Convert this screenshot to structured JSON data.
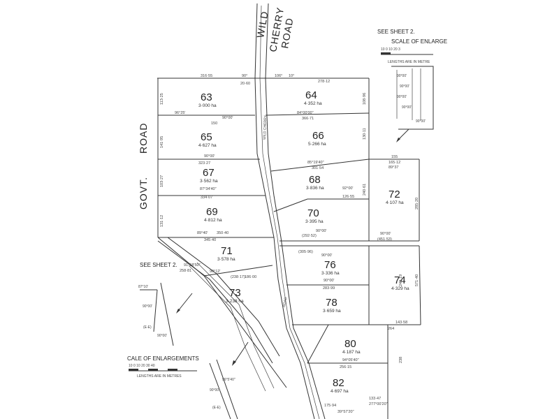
{
  "roads": {
    "wild": "WILD",
    "cherry": "CHERRY",
    "road": "ROAD",
    "govt": "GOVT.",
    "govt_road": "ROAD",
    "cherry_road_inner": "WILD CHERRY",
    "lower_road": "ROAD"
  },
  "notes": {
    "see_sheet_top": "SEE SHEET 2.",
    "scale_top": "SCALE OF ENLARGE",
    "scale_top_ticks": "10   0   10   20   3",
    "scale_top_caption": "LENGTHS ARE IN METRE",
    "see_sheet_left": "SEE SHEET 2.",
    "scale_bottom": "CALE OF ENLARGEMENTS",
    "scale_bottom_ticks": "10   0   10   20   30   40",
    "scale_bottom_caption": "LENGTHS ARE IN METRES"
  },
  "lots": [
    {
      "number": "63",
      "area": "3·000 ha"
    },
    {
      "number": "64",
      "area": "4·352 ha"
    },
    {
      "number": "65",
      "area": "4·627 ha"
    },
    {
      "number": "66",
      "area": "5·266 ha"
    },
    {
      "number": "67",
      "area": "3·562 ha"
    },
    {
      "number": "68",
      "area": "3·836 ha"
    },
    {
      "number": "69",
      "area": "4·812 ha"
    },
    {
      "number": "70",
      "area": "3·395 ha"
    },
    {
      "number": "71",
      "area": "3·578 ha"
    },
    {
      "number": "72",
      "area": "4·107 ha"
    },
    {
      "number": "73",
      "area": "3·238 ha"
    },
    {
      "number": "74",
      "area": "4·329 ha"
    },
    {
      "number": "76",
      "area": "3·336 ha"
    },
    {
      "number": "78",
      "area": "3·659 ha"
    },
    {
      "number": "80",
      "area": "4·187 ha"
    },
    {
      "number": "82",
      "area": "4·697 ha"
    }
  ],
  "dimensions": {
    "d1": "316·55",
    "d2": "90°",
    "d3": "20·60",
    "d4": "106°",
    "d5": "10°",
    "d6": "278·12",
    "d7": "96°25'",
    "d8": "90°00'",
    "d9": "150",
    "d10": "84°00'00\"",
    "d11": "366·71",
    "d12": "90°00'",
    "d13": "323·27",
    "d14": "85°19'40\"",
    "d15": "301·54",
    "d16": "87°34'40\"",
    "d17": "334·07",
    "d18": "92°00'",
    "d19": "126·55",
    "d20": "89°40'",
    "d21": "350·40",
    "d22": "345·40",
    "d23": "90°00'",
    "d24": "(292·52)",
    "d25": "90°00'",
    "d26": "(451·53)",
    "d27": "(305·96)",
    "d28": "90°00'",
    "d29": "283·99",
    "d30": "90°00'",
    "d31": "264",
    "d32": "143·58",
    "d33": "94°05'40\"",
    "d34": "256·15",
    "d35": "133·47",
    "d36": "39°57'20\"",
    "d37": "175·94",
    "d38": "277°00'20\"",
    "d39": "155",
    "d40": "89°37",
    "d41": "165·12",
    "d42": "91°58'50\"",
    "d43": "258·81",
    "d44": "90°12'",
    "d45": "(238·17)",
    "d46": "186·00"
  }
}
